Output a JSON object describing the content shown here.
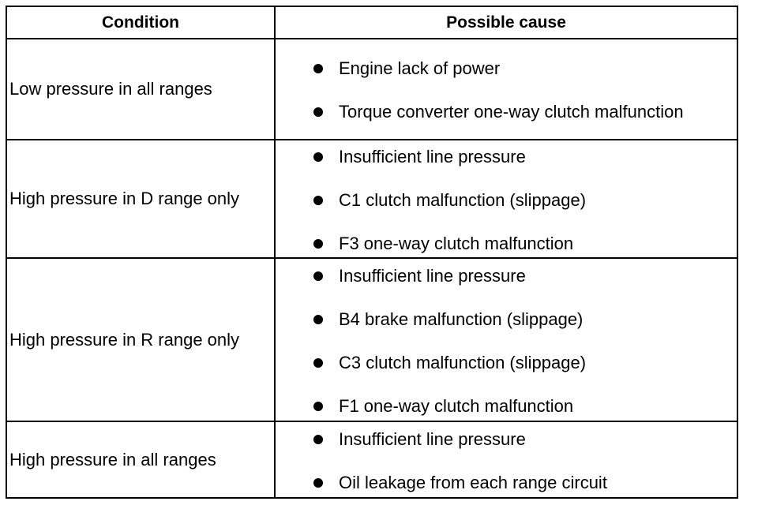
{
  "table": {
    "headers": {
      "condition": "Condition",
      "cause": "Possible cause"
    },
    "rows": [
      {
        "condition": "Low pressure in all ranges",
        "causes": [
          "Engine lack of power",
          "Torque converter one-way clutch malfunction"
        ]
      },
      {
        "condition": "High pressure in D range only",
        "causes": [
          "Insufficient line pressure",
          "C1 clutch malfunction (slippage)",
          "F3 one-way clutch malfunction"
        ]
      },
      {
        "condition": "High pressure in R range only",
        "causes": [
          "Insufficient line pressure",
          "B4 brake malfunction (slippage)",
          "C3 clutch malfunction (slippage)",
          "F1 one-way clutch malfunction"
        ]
      },
      {
        "condition": "High pressure in all ranges",
        "causes": [
          "Insufficient line pressure",
          "Oil leakage from each range circuit"
        ]
      }
    ]
  },
  "colors": {
    "text": "#000000",
    "border": "#000000",
    "background": "#ffffff"
  }
}
